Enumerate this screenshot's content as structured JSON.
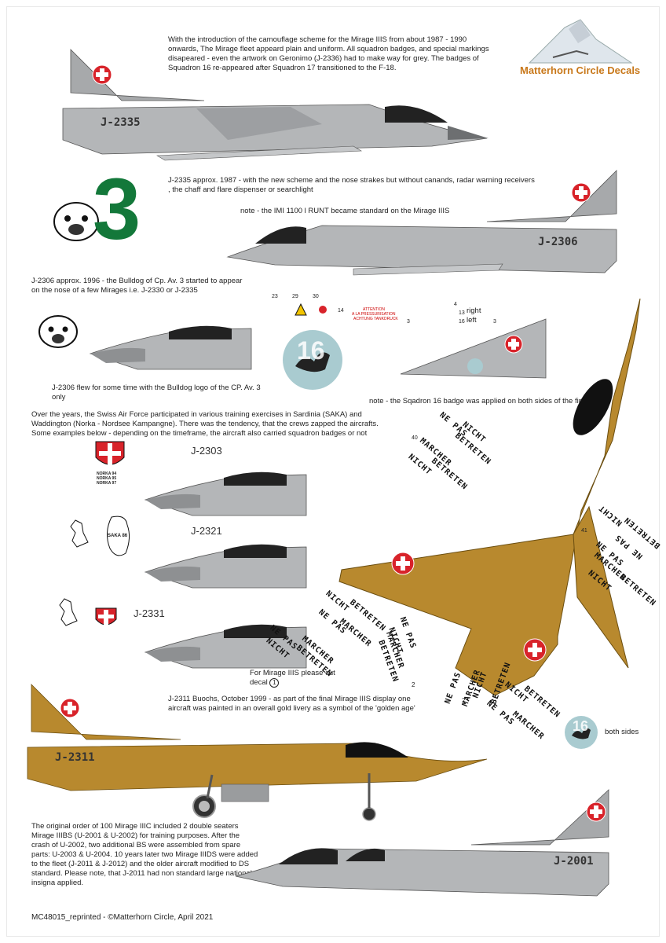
{
  "header": {
    "intro": "With the introduction of the camouflage scheme for the Mirage IIIS from about 1987 - 1990 onwards, The Mirage fleet appeard plain and uniform. All squadron badges, and special markings disapeared - even the artwork on Geronimo (J-2336) had to make way for grey. The badges of Squadron 16 re-appeared after Squadron 17 transitioned to the F-18.",
    "logo": "Matterhorn Circle Decals"
  },
  "aircraft": {
    "j2335": {
      "serial": "J-2335",
      "caption": "J-2335 approx. 1987 -  with the new scheme and the nose strakes but without canands, radar warning receivers , the chaff and flare dispenser or searchlight"
    },
    "note_imi": "note - the IMI 1100 l RUNT became standard on the Mirage IIIS",
    "j2306": {
      "serial": "J-2306",
      "caption": "J-2306 approx. 1996 - the Bulldog of Cp. Av. 3 started to appear on the nose of a few Mirages i.e. J-2330 or J-2335"
    },
    "bulldog_nose_caption": "J-2306 flew for some time with the Bulldog logo of the CP. Av. 3 only",
    "squadron_badge_number": "16",
    "fin_note": "note -  the Sqadron 16 badge was applied on both sides of the fin.",
    "squadron_number_3": "3",
    "training_text": "Over the years, the Swiss Air Force participated in various training exercises in Sardinia (SAKA) and Waddington (Norka - Nordsee Kampangne). There was the tendency, that the crews zapped the aircrafts. Some examples below - depending on the timeframe, the aircraft also carried squadron badges or not",
    "nose1": "J-2303",
    "nose2": "J-2321",
    "nose3": "J-2331",
    "norka": [
      "NORKA 94",
      "NORKA 95",
      "NORKA 97"
    ],
    "saka": "SAKA 86",
    "cut_decal": "For Mirage IIIS please cut decal",
    "cut_decal_num": "1",
    "j2311": {
      "serial": "J-2311",
      "caption": "J-2311 Buochs, October 1999 - as part of the final Mirage IIIS display one aircraft was painted in an overall gold livery as a symbol of the 'golden age'"
    },
    "both_sides": "both sides",
    "j2001": {
      "serial": "J-2001",
      "caption": "The original order of 100 Mirage IIIC included 2 double seaters Mirage IIIBS (U-2001 & U-2002) for training purposes. After the crash of U-2002, two additional BS were assembled from spare parts: U-2003 & U-2004. 10 years later two Mirage IIIDS were added to the fleet (J-2011 & J-2012) and the older aircraft modified to DS standard. Please note, that J-2011 had non standard large national insigna applied."
    }
  },
  "stencils": {
    "nicht": "NICHT",
    "betreten": "BETRETEN",
    "ne_pas": "NE PAS",
    "marcher": "MARCHER",
    "right": "right",
    "left": "left",
    "n13": "13",
    "n14": "14",
    "n16": "16",
    "n2": "2",
    "n3": "3",
    "n4": "4",
    "n23": "23",
    "n29": "29",
    "n30": "30",
    "n40": "40",
    "n41": "41",
    "attention": "ATTENTION",
    "a_la_pressurisation": "A LA PRESSURISATION",
    "achtung": "ACHTUNG TANKDRUCK"
  },
  "footer": "MC48015_reprinted - ©Matterhorn Circle, April 2021",
  "colors": {
    "grey_light": "#b4b6b8",
    "grey_dark": "#8e9092",
    "gold": "#b8892e",
    "swiss_red": "#d8232a",
    "green": "#13783a",
    "badge_blue": "#a9cbd0"
  }
}
